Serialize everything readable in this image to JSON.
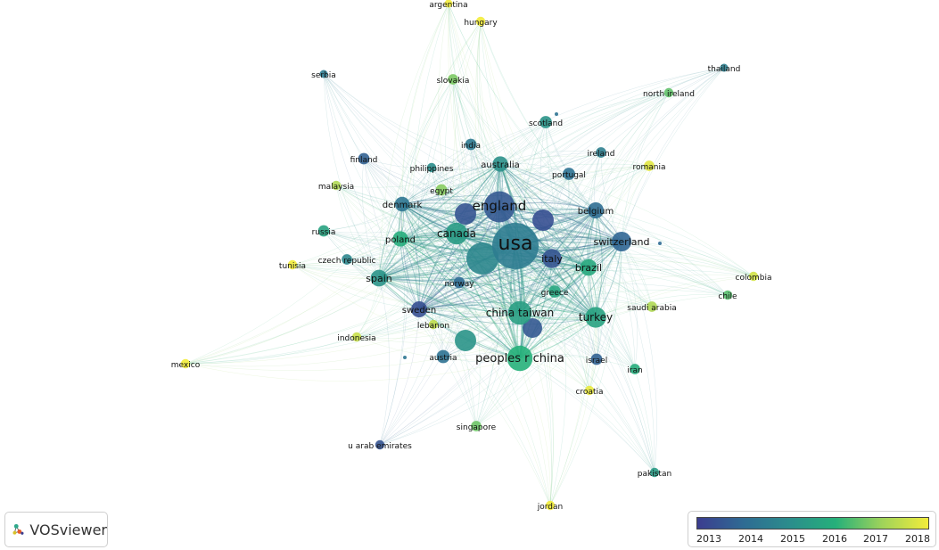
{
  "brand": {
    "name": "VOSviewer",
    "icon": "vosviewer-logo-icon"
  },
  "legend": {
    "title": "",
    "ticks": [
      "2013",
      "2014",
      "2015",
      "2016",
      "2017",
      "2018"
    ],
    "colors": [
      "#3b3d8f",
      "#2f6b93",
      "#2b8d8c",
      "#26b07a",
      "#9fd35a",
      "#f2ec3b"
    ]
  },
  "network": {
    "nodes": [
      {
        "id": "usa",
        "label": "usa",
        "year": 2014.5,
        "weight": 100
      },
      {
        "id": "england",
        "label": "england",
        "year": 2013.6,
        "weight": 45
      },
      {
        "id": "canada",
        "label": "canada",
        "year": 2015.4,
        "weight": 22
      },
      {
        "id": "peoples-r-china",
        "label": "peoples r china",
        "year": 2016.0,
        "weight": 30
      },
      {
        "id": "china-taiwan",
        "label": "china taiwan",
        "year": 2015.5,
        "weight": 26
      },
      {
        "id": "turkey",
        "label": "turkey",
        "year": 2015.6,
        "weight": 20
      },
      {
        "id": "switzerland",
        "label": "switzerland",
        "year": 2013.9,
        "weight": 18
      },
      {
        "id": "italy",
        "label": "italy",
        "year": 2013.5,
        "weight": 17
      },
      {
        "id": "brazil",
        "label": "brazil",
        "year": 2015.8,
        "weight": 13
      },
      {
        "id": "spain",
        "label": "spain",
        "year": 2015.2,
        "weight": 13
      },
      {
        "id": "sweden",
        "label": "sweden",
        "year": 2013.4,
        "weight": 12
      },
      {
        "id": "belgium",
        "label": "belgium",
        "year": 2014.1,
        "weight": 12
      },
      {
        "id": "poland",
        "label": "poland",
        "year": 2015.9,
        "weight": 11
      },
      {
        "id": "denmark",
        "label": "denmark",
        "year": 2014.3,
        "weight": 10
      },
      {
        "id": "australia",
        "label": "australia",
        "year": 2015.1,
        "weight": 11
      },
      {
        "id": "austria",
        "label": "austria",
        "year": 2014.2,
        "weight": 8
      },
      {
        "id": "greece",
        "label": "greece",
        "year": 2015.7,
        "weight": 7
      },
      {
        "id": "norway",
        "label": "norway",
        "year": 2014.0,
        "weight": 6
      },
      {
        "id": "portugal",
        "label": "portugal",
        "year": 2014.2,
        "weight": 7
      },
      {
        "id": "egypt",
        "label": "egypt",
        "year": 2016.8,
        "weight": 6
      },
      {
        "id": "russia",
        "label": "russia",
        "year": 2015.6,
        "weight": 6
      },
      {
        "id": "czech-republic",
        "label": "czech republic",
        "year": 2014.8,
        "weight": 5
      },
      {
        "id": "finland",
        "label": "finland",
        "year": 2013.8,
        "weight": 6
      },
      {
        "id": "philippines",
        "label": "philippines",
        "year": 2015.0,
        "weight": 4
      },
      {
        "id": "india",
        "label": "india",
        "year": 2014.4,
        "weight": 6
      },
      {
        "id": "scotland",
        "label": "scotland",
        "year": 2015.2,
        "weight": 7
      },
      {
        "id": "ireland",
        "label": "ireland",
        "year": 2014.6,
        "weight": 5
      },
      {
        "id": "romania",
        "label": "romania",
        "year": 2017.8,
        "weight": 5
      },
      {
        "id": "malaysia",
        "label": "malaysia",
        "year": 2017.2,
        "weight": 4
      },
      {
        "id": "tunisia",
        "label": "tunisia",
        "year": 2018.0,
        "weight": 4
      },
      {
        "id": "lebanon",
        "label": "lebanon",
        "year": 2017.4,
        "weight": 4
      },
      {
        "id": "indonesia",
        "label": "indonesia",
        "year": 2017.5,
        "weight": 4
      },
      {
        "id": "mexico",
        "label": "mexico",
        "year": 2018.0,
        "weight": 4
      },
      {
        "id": "israel",
        "label": "israel",
        "year": 2013.8,
        "weight": 6
      },
      {
        "id": "iran",
        "label": "iran",
        "year": 2015.9,
        "weight": 5
      },
      {
        "id": "croatia",
        "label": "croatia",
        "year": 2017.9,
        "weight": 4
      },
      {
        "id": "saudi-arabia",
        "label": "saudi arabia",
        "year": 2017.2,
        "weight": 5
      },
      {
        "id": "colombia",
        "label": "colombia",
        "year": 2017.6,
        "weight": 4
      },
      {
        "id": "chile",
        "label": "chile",
        "year": 2016.4,
        "weight": 4
      },
      {
        "id": "singapore",
        "label": "singapore",
        "year": 2016.6,
        "weight": 5
      },
      {
        "id": "u-arab-emirates",
        "label": "u arab emirates",
        "year": 2013.5,
        "weight": 4
      },
      {
        "id": "pakistan",
        "label": "pakistan",
        "year": 2015.4,
        "weight": 4
      },
      {
        "id": "jordan",
        "label": "jordan",
        "year": 2018.0,
        "weight": 4
      },
      {
        "id": "serbia",
        "label": "serbia",
        "year": 2014.5,
        "weight": 3
      },
      {
        "id": "slovakia",
        "label": "slovakia",
        "year": 2016.7,
        "weight": 5
      },
      {
        "id": "hungary",
        "label": "hungary",
        "year": 2018.0,
        "weight": 4
      },
      {
        "id": "argentina",
        "label": "argentina",
        "year": 2018.0,
        "weight": 3
      },
      {
        "id": "thailand",
        "label": "thailand",
        "year": 2014.6,
        "weight": 3
      },
      {
        "id": "north-ireland",
        "label": "north ireland",
        "year": 2016.5,
        "weight": 4
      }
    ]
  }
}
